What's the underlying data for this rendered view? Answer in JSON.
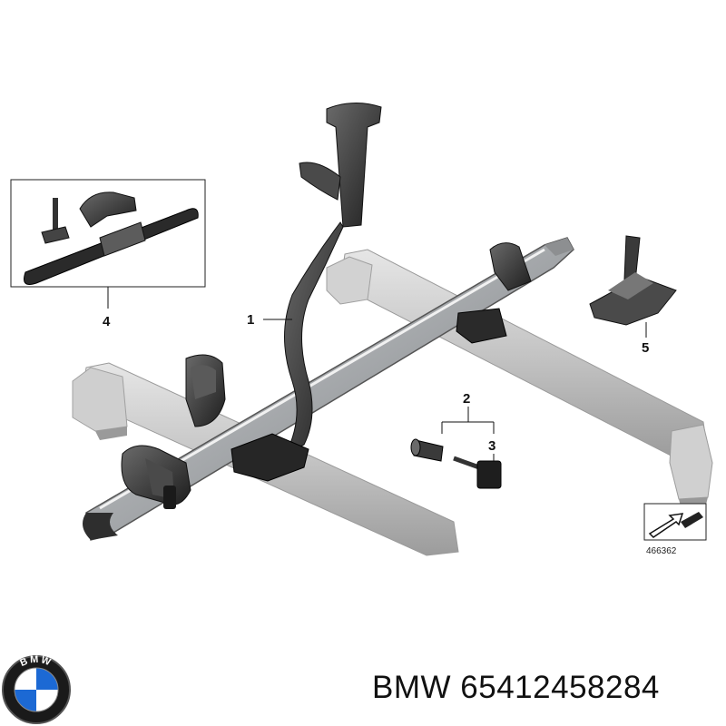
{
  "callouts": {
    "c1": "1",
    "c2": "2",
    "c3": "3",
    "c4": "4",
    "c5": "5"
  },
  "reference_number": "466362",
  "caption": {
    "brand": "BMW",
    "part_number": "65412458284"
  },
  "logo": {
    "name": "bmw-roundel",
    "text": "BMW",
    "colors": {
      "blue": "#1c69d4",
      "white": "#ffffff",
      "ring": "#1a1a1a"
    }
  },
  "colors": {
    "rail": "#c8c8c8",
    "frame": "#3a3a3a",
    "tray": "#a9abad"
  }
}
